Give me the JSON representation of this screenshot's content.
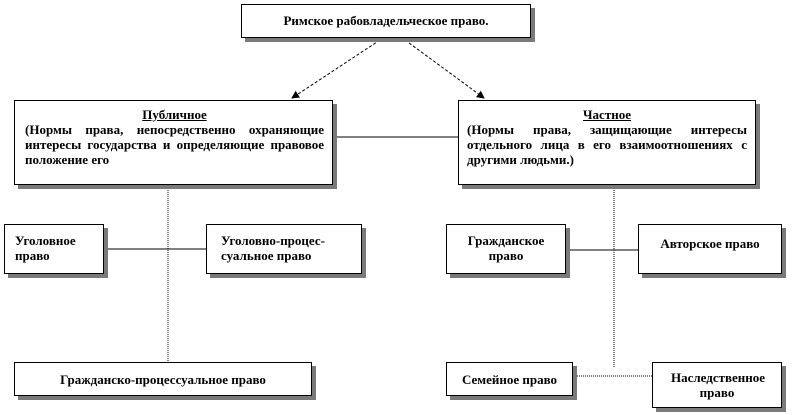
{
  "root": {
    "label": "Римское рабовладельческое право."
  },
  "public": {
    "title": "Публичное",
    "description": "(Нормы права, непосредственно охраняющие интересы государства и определяющие правовое положение его"
  },
  "private": {
    "title": "Частное",
    "description": "(Нормы права, защищающие интересы отдельного лица в его взаимоотношениях с другими людьми.)"
  },
  "public_branches": [
    {
      "label": "Уголовное право"
    },
    {
      "label": "Уголовно-процес-суальное право"
    },
    {
      "label": "Гражданско-процессуальное право"
    }
  ],
  "private_branches": [
    {
      "label": "Гражданское право"
    },
    {
      "label": "Авторское право"
    },
    {
      "label": "Семейное право"
    },
    {
      "label": "Наследственное право"
    }
  ]
}
